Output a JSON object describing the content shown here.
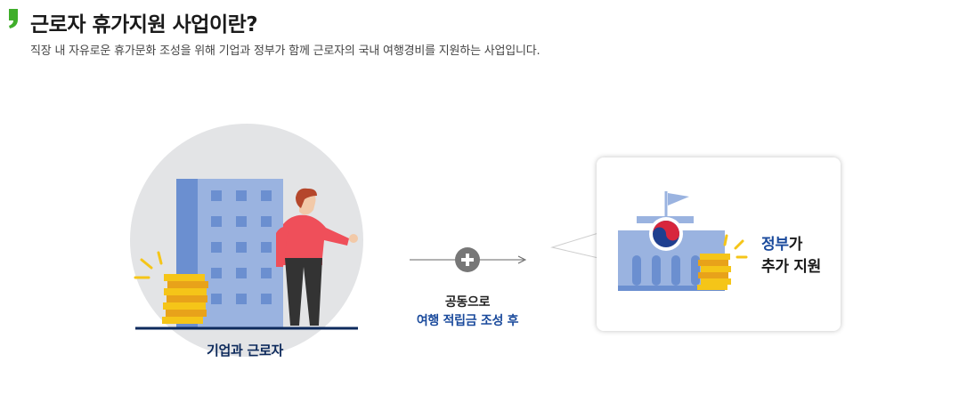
{
  "header": {
    "title": "근로자 휴가지원 사업이란?",
    "description": "직장 내 자유로운 휴가문화 조성을 위해 기업과 정부가 함께 근로자의 국내 여행경비를 지원하는 사업입니다."
  },
  "diagram": {
    "company_label": "기업과 근로자",
    "joint_line1": "공동으로",
    "joint_line2": "여행 적립금 조성 후",
    "gov_highlight": "정부",
    "gov_suffix": "가",
    "gov_line2": "추가 지원"
  },
  "colors": {
    "accent_green": "#3fae2a",
    "navy": "#0d2a5c",
    "blue": "#1a4a9c",
    "building_blue": "#9ab3e0",
    "coin_yellow": "#f5c518",
    "shirt_red": "#ef4f5a"
  },
  "icons": [
    "quote-icon",
    "office-building-icon",
    "worker-icon",
    "coin-stack-icon",
    "plus-icon",
    "arrow-right-icon",
    "government-building-icon",
    "flag-icon",
    "taegeuk-emblem-icon"
  ]
}
